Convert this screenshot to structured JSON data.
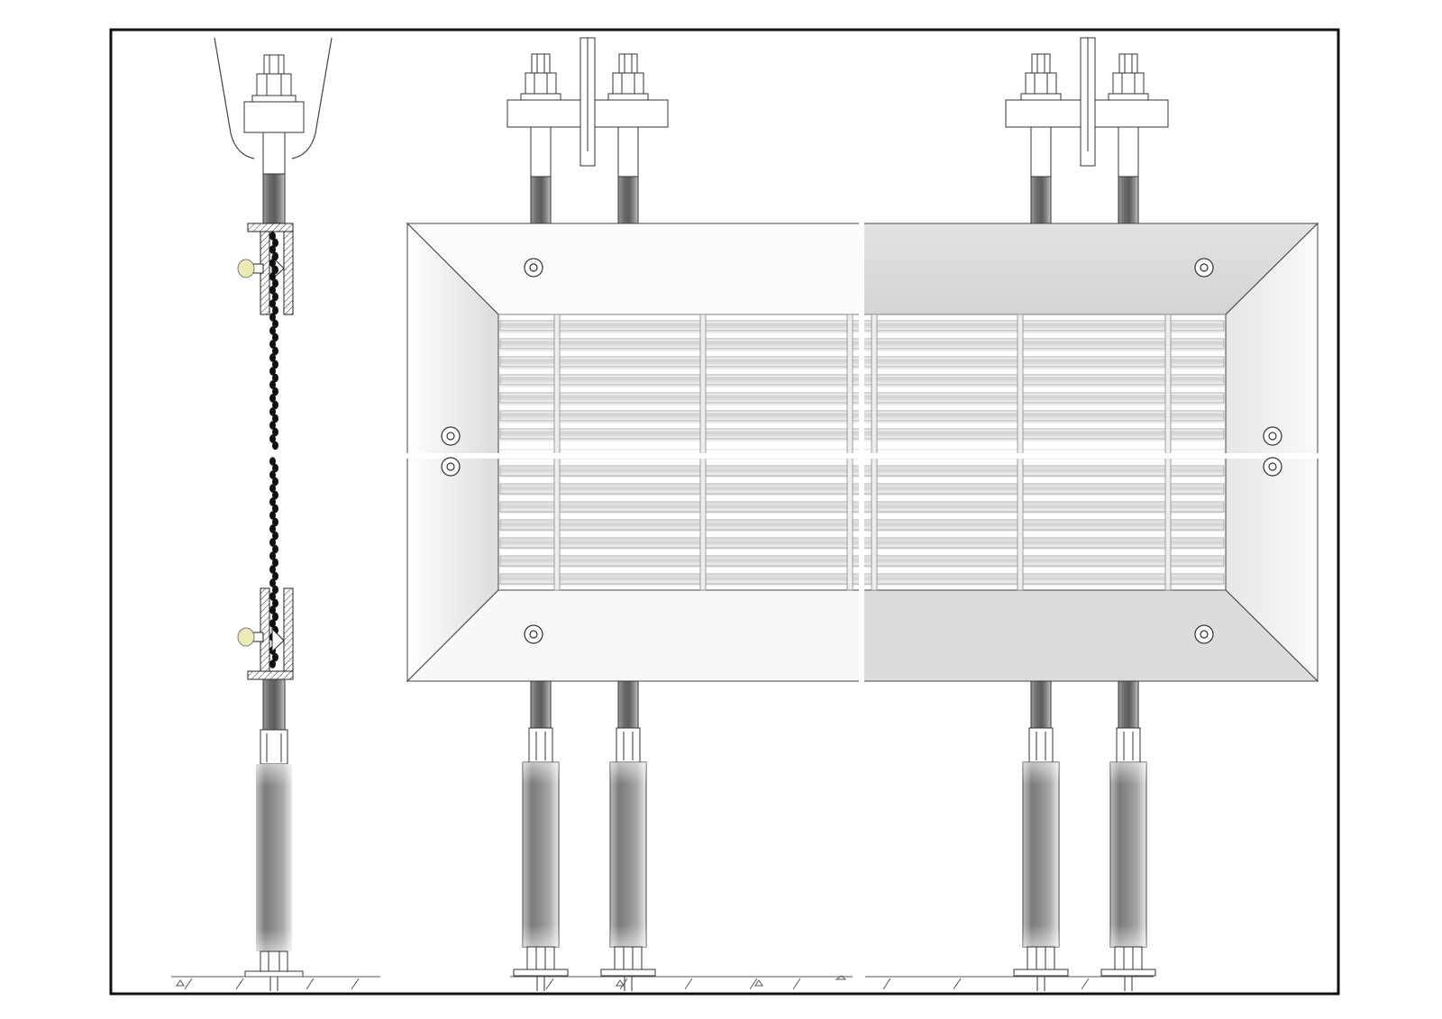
{
  "drawing": {
    "colors": {
      "background": "#ffffff",
      "stroke": "#3a3a3a",
      "rod_dark": "#707070",
      "rod_light": "#cfcfcf",
      "frame_light": "#f2f2f2",
      "frame_shadow": "#d6d6d6",
      "grille_blade": "#e4e4e4",
      "cap_nut": "#ecebb8",
      "chain": "#111111"
    },
    "grille_panels": 4,
    "grille_rows_per_panel": 7,
    "grille_columns_per_half": 4,
    "side_fasteners": 2,
    "front_upper_rods": 4,
    "front_lower_dampers": 4
  }
}
